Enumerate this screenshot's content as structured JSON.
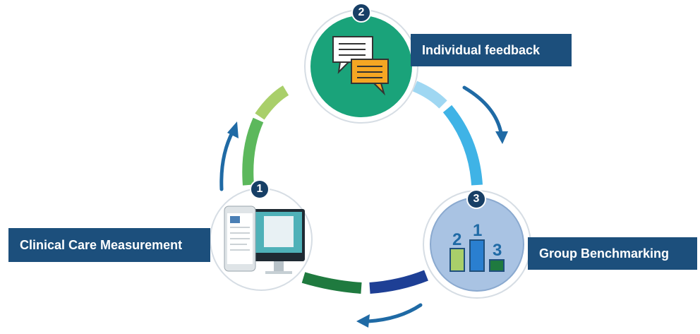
{
  "steps": [
    {
      "number": "1",
      "label": "Clinical Care Measurement"
    },
    {
      "number": "2",
      "label": "Individual feedback"
    },
    {
      "number": "3",
      "label": "Group Benchmarking"
    }
  ],
  "podium": {
    "first": "1",
    "second": "2",
    "third": "3"
  },
  "colors": {
    "label_bg": "#1c4f7c",
    "badge_bg": "#173f66",
    "arrow": "#1f6aa5",
    "step2_circle": "#1aa37a",
    "step3_circle": "#a9c3e3"
  },
  "icons": [
    "cycle-arrow-icon",
    "chat-bubbles-icon",
    "podium-icon",
    "devices-icon"
  ]
}
